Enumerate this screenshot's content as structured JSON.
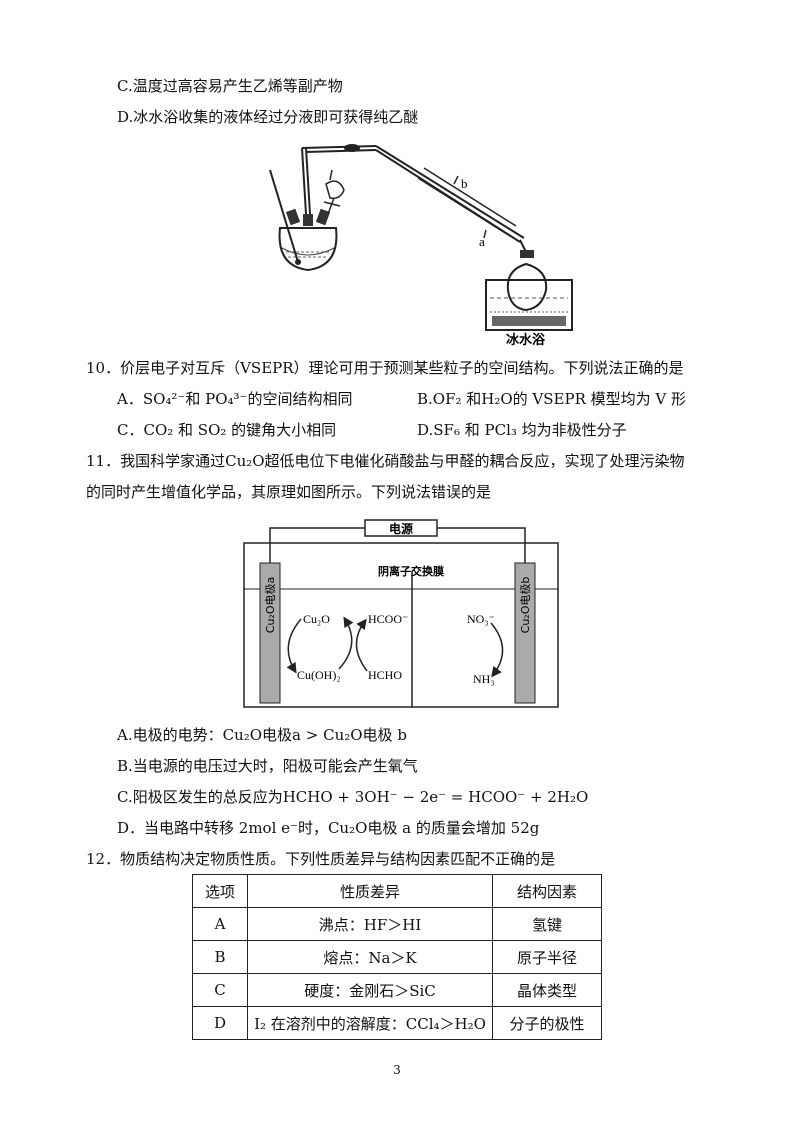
{
  "q9_options": {
    "C": "C.温度过高容易产生乙烯等副产物",
    "D": "D.冰水浴收集的液体经过分液即可获得纯乙醚"
  },
  "apparatus": {
    "label_b": "b",
    "label_a": "a",
    "ice_bath_label": "冰水浴"
  },
  "q10": {
    "stem": "10．价层电子对互斥（VSEPR）理论可用于预测某些粒子的空间结构。下列说法正确的是",
    "A": "A．SO₄²⁻和 PO₄³⁻的空间结构相同",
    "B": "B.OF₂ 和H₂O的 VSEPR 模型均为 V 形",
    "C": "C．CO₂ 和 SO₂ 的键角大小相同",
    "D": "D.SF₆ 和 PCl₃ 均为非极性分子"
  },
  "q11": {
    "stem_line1": "11．我国科学家通过Cu₂O超低电位下电催化硝酸盐与甲醛的耦合反应，实现了处理污染物",
    "stem_line2": "的同时产生增值化学品，其原理如图所示。下列说法错误的是",
    "A": "A.电极的电势：Cu₂O电极a > Cu₂O电极 b",
    "B": "B.当电源的电压过大时，阳极可能会产生氧气",
    "C": "C.阳极区发生的总反应为HCHO + 3OH⁻ − 2e⁻ = HCOO⁻ + 2H₂O",
    "D": "D．当电路中转移 2mol e⁻时，Cu₂O电极 a 的质量会增加 52g"
  },
  "cell_diagram": {
    "power_label": "电源",
    "membrane_label": "阴离子交换膜",
    "electrode_a": "Cu₂O电极a",
    "electrode_b": "Cu₂O电极b",
    "cu2o": "Cu₂O",
    "cuoh2": "Cu(OH)₂",
    "hcoo": "HCOO⁻",
    "hcho": "HCHO",
    "no3": "NO₃⁻",
    "nh3": "NH₃"
  },
  "q12": {
    "stem": "12．物质结构决定物质性质。下列性质差异与结构因素匹配不正确的是",
    "headers": [
      "选项",
      "性质差异",
      "结构因素"
    ],
    "rows": [
      [
        "A",
        "沸点：HF＞HI",
        "氢键"
      ],
      [
        "B",
        "熔点：Na＞K",
        "原子半径"
      ],
      [
        "C",
        "硬度：金刚石＞SiC",
        "晶体类型"
      ],
      [
        "D",
        "I₂ 在溶剂中的溶解度：CCl₄＞H₂O",
        "分子的极性"
      ]
    ]
  },
  "page_number": "3"
}
